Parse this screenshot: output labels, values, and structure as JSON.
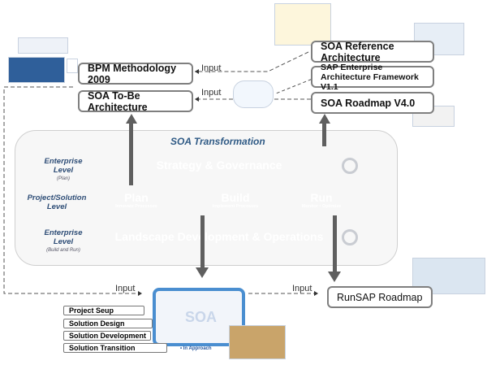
{
  "boxes": {
    "bpm": "BPM Methodology 2009",
    "soa_tobe": "SOA To-Be Architecture",
    "soa_ref": "SOA Reference Architecture",
    "sap_eaf_line1": "SAP Enterprise",
    "sap_eaf_line2": "Architecture Framework V1.1",
    "soa_roadmap": "SOA Roadmap V4.0",
    "runsap": "RunSAP Roadmap"
  },
  "input_labels": {
    "top": "Input",
    "middle": "Input",
    "bottom_left": "Input",
    "bottom_right": "Input"
  },
  "panel": {
    "title": "SOA Transformation",
    "levels": [
      {
        "name": "Enterprise Level",
        "line1": "Enterprise",
        "line2": "Level",
        "sub": "(Plan)"
      },
      {
        "name": "Project/Solution Level",
        "line1": "Project/Solution",
        "line2": "Level",
        "sub": ""
      },
      {
        "name": "Enterprise Level",
        "line1": "Enterprise",
        "line2": "Level",
        "sub": "(Build and Run)"
      }
    ],
    "strategy": "Strategy & Governance",
    "plan": {
      "title": "Plan",
      "sub": "Innovate Processes"
    },
    "build": {
      "title": "Build",
      "sub": "Implement Processes"
    },
    "run": {
      "title": "Run",
      "sub": "Monitor • Optimize"
    },
    "landscape": "Landscape Development & Operations"
  },
  "phases": [
    "Project Seup",
    "Solution Design",
    "Solution Development",
    "Solution Transition"
  ],
  "soa_approach": {
    "center": "SOA",
    "caption": "• In Approach"
  },
  "colors": {
    "strategy": "#376a8f",
    "plan": "#b5222f",
    "build": "#3a7058",
    "run": "#f4c01e",
    "landscape": "#8f9296"
  }
}
